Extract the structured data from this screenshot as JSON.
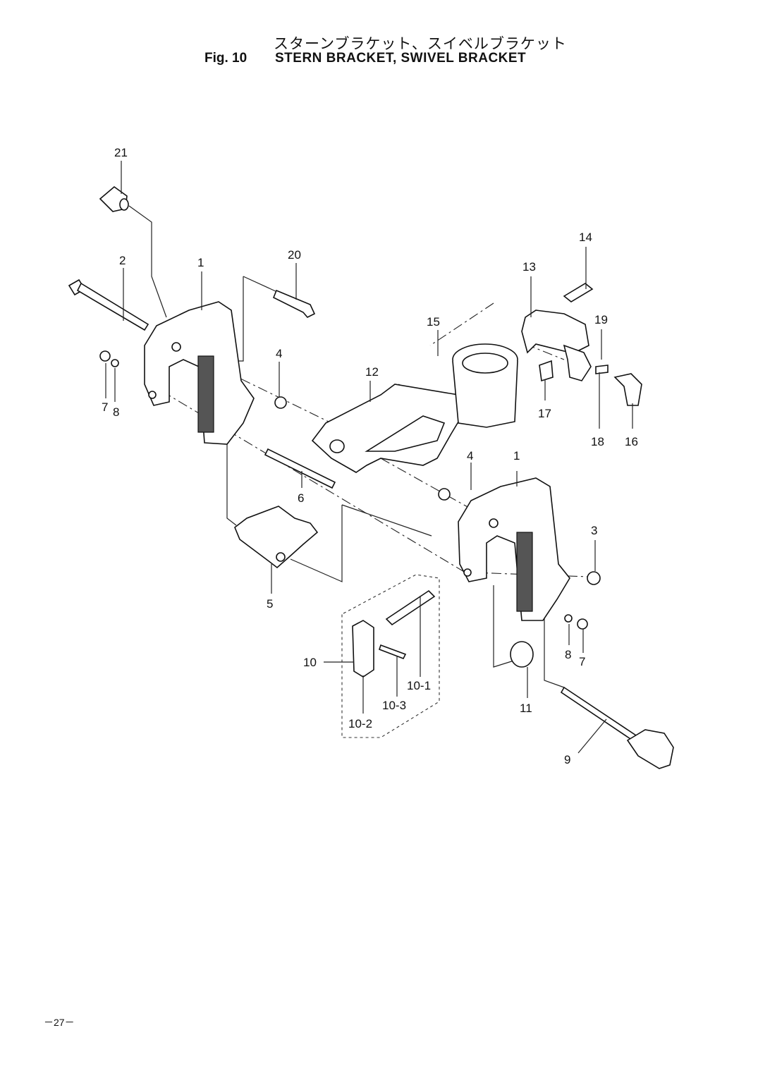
{
  "header": {
    "title_jp": "スターンブラケット、スイベルブラケット",
    "fig": "Fig. 10",
    "title_en": "STERN BRACKET, SWIVEL BRACKET"
  },
  "callouts": {
    "p1a": "1",
    "p1b": "1",
    "p2": "2",
    "p3": "3",
    "p4a": "4",
    "p4b": "4",
    "p5": "5",
    "p6": "6",
    "p7a": "7",
    "p7b": "7",
    "p8a": "8",
    "p8b": "8",
    "p9": "9",
    "p10": "10",
    "p10_1": "10-1",
    "p10_2": "10-2",
    "p10_3": "10-3",
    "p11": "11",
    "p12": "12",
    "p13": "13",
    "p14": "14",
    "p15": "15",
    "p16": "16",
    "p17": "17",
    "p18": "18",
    "p19": "19",
    "p20": "20",
    "p21": "21"
  },
  "footer": {
    "page_number": "－27－"
  }
}
